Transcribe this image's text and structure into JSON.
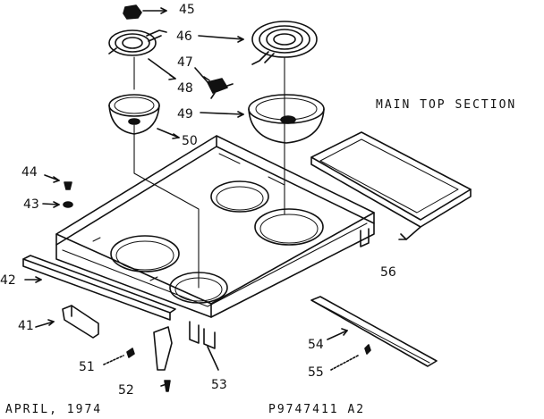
{
  "section_title": "MAIN TOP SECTION",
  "footer": {
    "date": "APRIL, 1974",
    "code": "P9747411 A2"
  },
  "parts": [
    "45",
    "46",
    "47",
    "48",
    "49",
    "50",
    "44",
    "43",
    "42",
    "41",
    "51",
    "52",
    "53",
    "54",
    "55",
    "56"
  ],
  "colors": {
    "ink": "#111111",
    "paper": "#ffffff"
  }
}
